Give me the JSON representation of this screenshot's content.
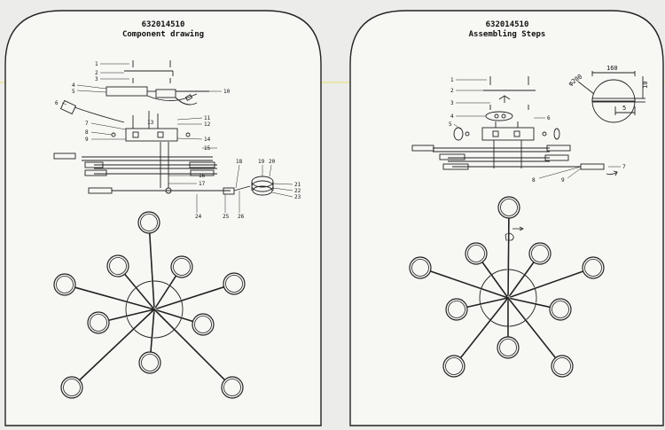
{
  "left_sheet": {
    "model": "632014510",
    "title": "Component drawing",
    "callouts": [
      "1",
      "2",
      "3",
      "4",
      "5",
      "6",
      "7",
      "8",
      "9",
      "10",
      "11",
      "12",
      "13",
      "14",
      "15",
      "16",
      "17",
      "18",
      "19",
      "20",
      "21",
      "22",
      "23",
      "24",
      "25",
      "26"
    ]
  },
  "right_sheet": {
    "model": "632014510",
    "title": "Assembling Steps",
    "callouts": [
      "1",
      "2",
      "3",
      "4",
      "5",
      "6",
      "7",
      "8",
      "9"
    ],
    "dimensions": {
      "d1": "160",
      "d2": "10",
      "d3": "5",
      "d4": "φ200"
    }
  },
  "colors": {
    "sheet_bg": "#f7f7f4",
    "ink": "#222222",
    "guide_line": "#e8e26a"
  }
}
